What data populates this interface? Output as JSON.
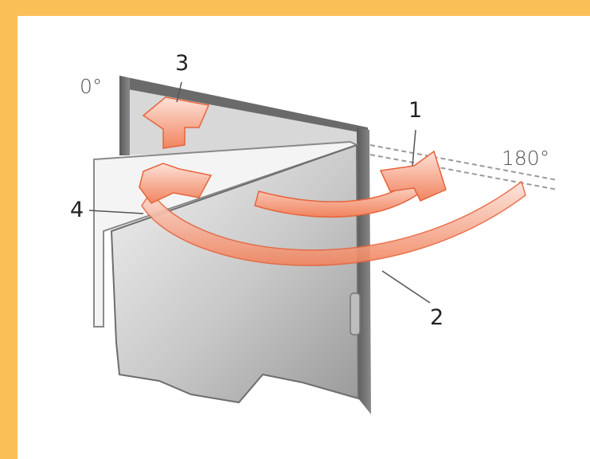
{
  "labels": {
    "angle_start": "0°",
    "angle_end": "180°",
    "callout_1": "1",
    "callout_2": "2",
    "callout_3": "3",
    "callout_4": "4"
  },
  "colors": {
    "frame": "#fbbf58",
    "arrow": "#f0805e",
    "arrow_light": "#fbd0c0",
    "door_dark": "#6e6e6e",
    "door_light": "#d9d9d9"
  }
}
